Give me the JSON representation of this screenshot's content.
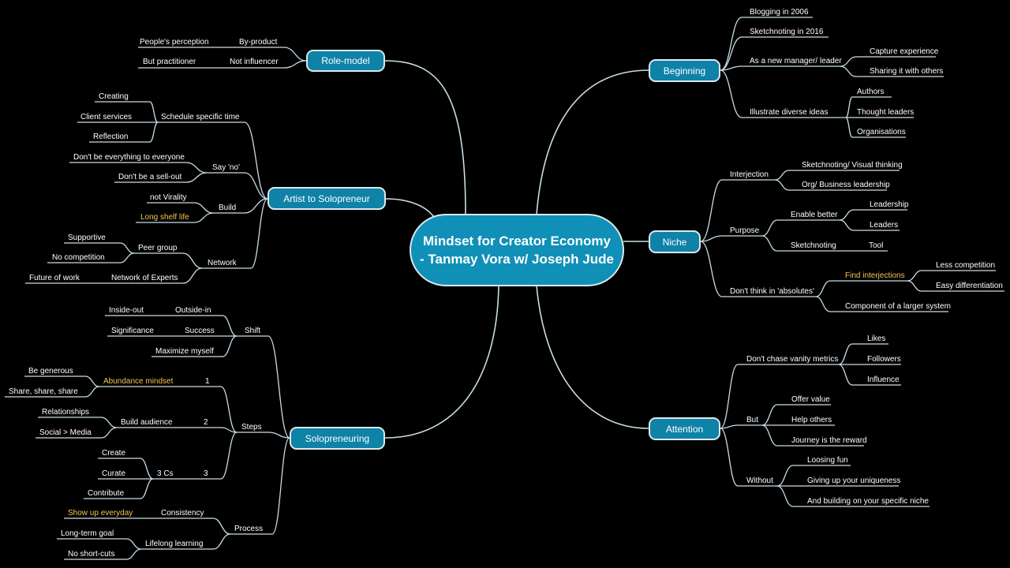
{
  "title": "Mindset for Creator Economy - Tanmay Vora w/ Joseph Jude",
  "colors": {
    "background": "#000000",
    "node_fill": "#0f82a8",
    "line": "#c9dde6",
    "highlight": "#f3c654",
    "text": "#ffffff"
  },
  "branches": {
    "role_model": {
      "label": "Role-model",
      "by_product": "By-product",
      "peoples_perception": "People's perception",
      "not_influencer": "Not influencer",
      "but_practitioner": "But practitioner"
    },
    "artist": {
      "label": "Artist to Solopreneur",
      "schedule": "Schedule specific time",
      "creating": "Creating",
      "client_services": "Client services",
      "reflection": "Reflection",
      "say_no": "Say 'no'",
      "dont_be_everything": "Don't be everything to everyone",
      "dont_sell_out": "Don't be a sell-out",
      "build": "Build",
      "not_virality": "not Virality",
      "long_shelf": "Long shelf life",
      "network": "Network",
      "peer_group": "Peer group",
      "supportive": "Supportive",
      "no_competition": "No competition",
      "network_experts": "Network of Experts",
      "future_of_work": "Future of work"
    },
    "solopreneuring": {
      "label": "Solopreneuring",
      "shift": "Shift",
      "outside_in": "Outside-in",
      "inside_out": "Inside-out",
      "success": "Success",
      "significance": "Significance",
      "maximize": "Maximize myself",
      "steps": "Steps",
      "one": "1",
      "abundance": "Abundance mindset",
      "be_generous": "Be generous",
      "share": "Share, share, share",
      "two": "2",
      "build_audience": "Build audience",
      "relationships": "Relationships",
      "social_media": "Social > Media",
      "three": "3",
      "three_cs": "3 Cs",
      "create": "Create",
      "curate": "Curate",
      "contribute": "Contribute",
      "process": "Process",
      "consistency": "Consistency",
      "show_up": "Show up everyday",
      "lifelong": "Lifelong learning",
      "long_term": "Long-term goal",
      "no_short_cuts": "No short-cuts"
    },
    "beginning": {
      "label": "Beginning",
      "blogging": "Blogging in 2006",
      "sketchnoting_2016": "Sketchnoting in 2016",
      "new_manager": "As a new manager/ leader",
      "capture": "Capture experience",
      "sharing": "Sharing it with others",
      "illustrate": "Illustrate diverse ideas",
      "authors": "Authors",
      "thought_leaders": "Thought leaders",
      "organisations": "Organisations"
    },
    "niche": {
      "label": "Niche",
      "interjection": "Interjection",
      "visual_thinking": "Sketchnoting/ Visual thinking",
      "org_business": "Org/ Business leadership",
      "purpose": "Purpose",
      "enable_better": "Enable better",
      "leadership": "Leadership",
      "leaders": "Leaders",
      "sketchnoting": "Sketchnoting",
      "tool": "Tool",
      "absolutes": "Don't think in 'absolutes'",
      "find_interjections": "Find interjections",
      "less_competition": "Less competition",
      "easy_diff": "Easy differentiation",
      "component": "Component of a larger system"
    },
    "attention": {
      "label": "Attention",
      "vanity": "Don't chase vanity metrics",
      "likes": "Likes",
      "followers": "Followers",
      "influence": "Influence",
      "but": "But",
      "offer_value": "Offer value",
      "help_others": "Help others",
      "journey": "Journey is the reward",
      "without": "Without",
      "loosing_fun": "Loosing fun",
      "uniqueness": "Giving up your uniqueness",
      "niche_building": "And building on your specific niche"
    }
  }
}
